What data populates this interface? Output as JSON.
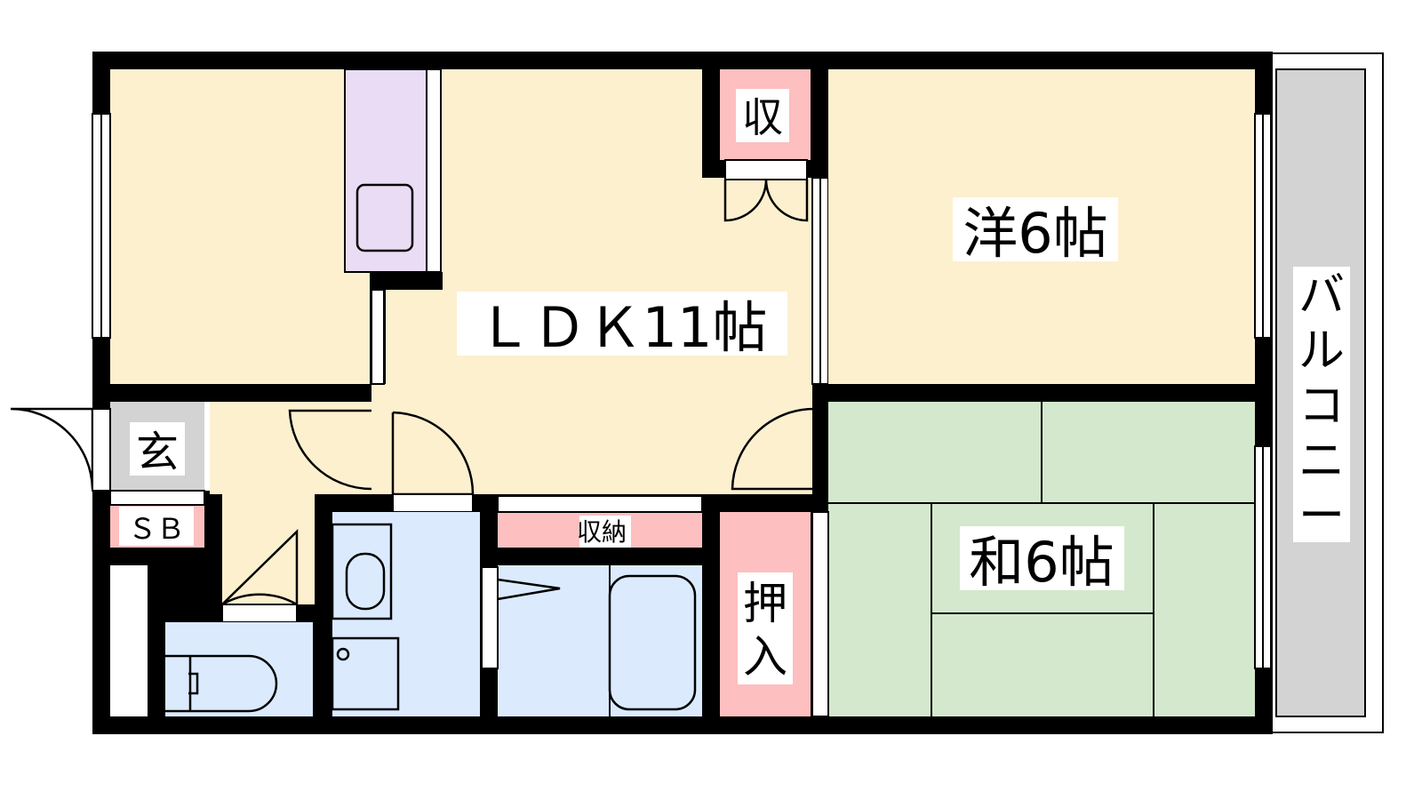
{
  "floorplan": {
    "rooms": {
      "ldk": "ＬＤＫ11帖",
      "western": "洋6帖",
      "japanese": "和6帖",
      "entrance": "玄",
      "shoebox": "ＳＢ",
      "closet_small": "収",
      "storage": "収納",
      "oshiire_top": "押",
      "oshiire_bottom": "入",
      "balcony": [
        "バ",
        "ル",
        "コ",
        "ニ",
        "ー"
      ]
    },
    "colors": {
      "wall": "#000000",
      "living": "#fdf0cf",
      "kitchen": "#eadcf4",
      "storage": "#fdbfbf",
      "wet_area": "#dbeafd",
      "tatami": "#d3e8cc",
      "entrance": "#d3d3d3",
      "balcony": "#d3d3d3"
    }
  }
}
